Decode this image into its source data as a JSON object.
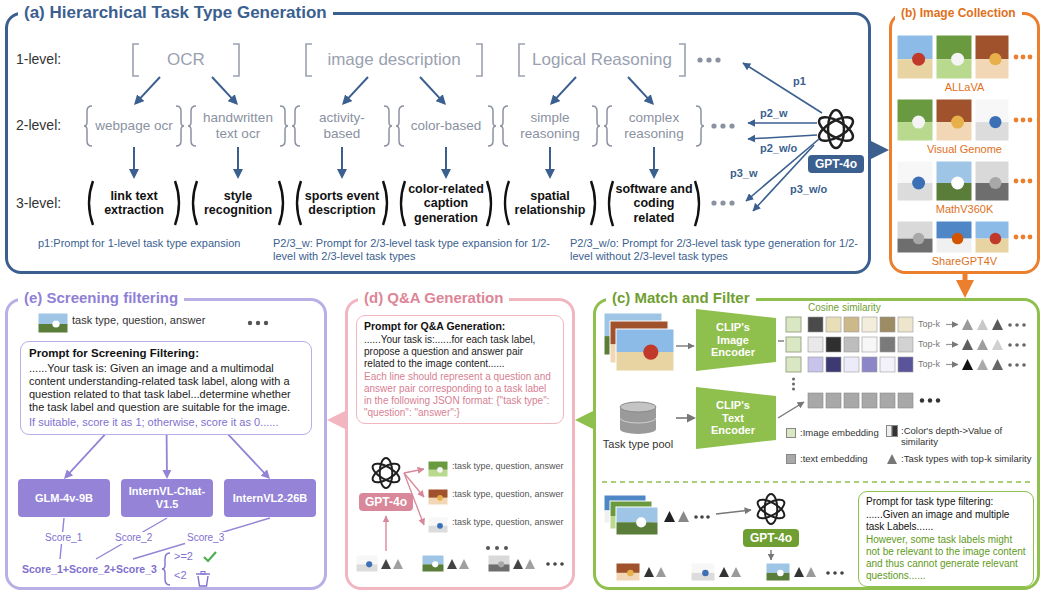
{
  "diagram": {
    "nodes": [
      {
        "text": [
          "(a) Hierarchical Task Type Generation"
        ]
      },
      {
        "text": [
          "OCR"
        ],
        "in": 0
      },
      {
        "text": [
          "image description"
        ],
        "in": 0
      },
      {
        "text": [
          "Logical Reasoning"
        ],
        "in": 0
      },
      {
        "text": [
          "webpage ocr"
        ],
        "in": 0
      },
      {
        "text": [
          "handwritten text ocr"
        ],
        "in": 0
      },
      {
        "text": [
          "activity-based"
        ],
        "in": 0
      },
      {
        "text": [
          "color-based"
        ],
        "in": 0
      },
      {
        "text": [
          "simple reasoning"
        ],
        "in": 0
      },
      {
        "text": [
          "complex reasoning"
        ],
        "in": 0
      },
      {
        "text": [
          "link text extraction"
        ],
        "in": 0
      },
      {
        "text": [
          "style recognition"
        ],
        "in": 0
      },
      {
        "text": [
          "sports event description"
        ],
        "in": 0
      },
      {
        "text": [
          "color-related caption generation"
        ],
        "in": 0
      },
      {
        "text": [
          "spatial relationship"
        ],
        "in": 0
      },
      {
        "text": [
          "software and coding related"
        ],
        "in": 0
      },
      {
        "text": [
          "GPT-4o"
        ],
        "in": 0
      },
      {
        "text": [
          "(b) Image Collection"
        ]
      },
      {
        "text": [
          "(c) Match and Filter"
        ]
      },
      {
        "text": [
          "CLIP's Image Encoder"
        ],
        "in": 18
      },
      {
        "text": [
          "CLIP's Text Encoder"
        ],
        "in": 18
      },
      {
        "text": [
          "Task type pool"
        ],
        "in": 18
      },
      {
        "text": [
          "GPT-4o"
        ],
        "in": 18
      },
      {
        "text": [
          "Prompt for task type filtering:",
          "......Given an image and multiple task Labels......",
          "However, some task labels might not be relevant to the image content and thus cannot generate relevant questions......"
        ],
        "in": 18
      },
      {
        "text": [
          "(d) Q&A Generation"
        ]
      },
      {
        "text": [
          "Prompt for Q&A Generation:",
          "......Your task is:......for each task label, propose a question and answer pair related to the image content......",
          "Each line should represent a question and answer pair corresponding to a task label in the following JSON format: {\"task type\": \"question\": \"answer\":}"
        ],
        "in": 24
      },
      {
        "text": [
          "GPT-4o"
        ],
        "in": 24
      },
      {
        "text": [
          "(e) Screening filtering"
        ]
      },
      {
        "text": [
          "Prompt for Screening Filtering:",
          "......Your task is: Given an image and a multimodal content understanding-related task label, along with a question related to that task label...determine whether the task label and question are suitable for the image.",
          "If suitable, score it as 1; otherwise, score it as 0......"
        ],
        "in": 27
      },
      {
        "text": [
          "GLM-4v-9B"
        ],
        "in": 27
      },
      {
        "text": [
          "InternVL-Chat-V1.5"
        ],
        "in": 27
      },
      {
        "text": [
          "InternVL2-26B"
        ],
        "in": 27
      }
    ],
    "edges": [
      {
        "from": 0,
        "to": 17,
        "arrow": "to"
      },
      {
        "from": 17,
        "to": 18,
        "arrow": "to"
      },
      {
        "from": 18,
        "to": 24,
        "arrow": "to"
      },
      {
        "from": 24,
        "to": 27,
        "arrow": "to"
      },
      {
        "from": 1,
        "to": 4,
        "arrow": "to"
      },
      {
        "from": 1,
        "to": 5,
        "arrow": "to"
      },
      {
        "from": 2,
        "to": 6,
        "arrow": "to"
      },
      {
        "from": 2,
        "to": 7,
        "arrow": "to"
      },
      {
        "from": 3,
        "to": 8,
        "arrow": "to"
      },
      {
        "from": 3,
        "to": 9,
        "arrow": "to"
      },
      {
        "from": 4,
        "to": 10,
        "arrow": "to"
      },
      {
        "from": 5,
        "to": 11,
        "arrow": "to"
      },
      {
        "from": 6,
        "to": 12,
        "arrow": "to"
      },
      {
        "from": 7,
        "to": 13,
        "arrow": "to"
      },
      {
        "from": 8,
        "to": 14,
        "arrow": "to"
      },
      {
        "from": 9,
        "to": 15,
        "arrow": "to"
      },
      {
        "from": 21,
        "to": 20,
        "arrow": "to"
      },
      {
        "from": 28,
        "to": 29,
        "arrow": "to"
      },
      {
        "from": 28,
        "to": 30,
        "arrow": "to"
      },
      {
        "from": 28,
        "to": 31,
        "arrow": "to"
      }
    ],
    "labels": [
      "1-level:",
      "2-level:",
      "3-level:",
      "p1",
      "p2_w",
      "p2_w/o",
      "p3_w",
      "p3_w/o",
      "p1:Prompt for 1-level task type expansion",
      "P2/3_w: Prompt for 2/3-level task type expansion for 1/2-level with 2/3-level task types",
      "P2/3_w/o: Prompt for 2/3-level task type generation for 1/2-level without 2/3-level task types",
      "ALLaVA",
      "Visual Genome",
      "MathV360K",
      "ShareGPT4V",
      "Cosine similarity",
      "Top-k",
      "Top-k",
      "Top-k",
      ":task type, question, answer",
      ":task type, question, answer",
      ":task type, question, answer",
      "task type, question, answer",
      "Score_1",
      "Score_2",
      "Score_3",
      "Score_1+Score_2+Score_3",
      ">=2",
      "<2"
    ],
    "legend": [
      {
        "text": ":Image embedding",
        "color": "#d9e8c3"
      },
      {
        "text": ":Color's depth->Value of similarity"
      },
      {
        "text": ":text embedding",
        "color": "#a8a8a8"
      },
      {
        "text": ":Task types with top-k similarity"
      }
    ]
  }
}
